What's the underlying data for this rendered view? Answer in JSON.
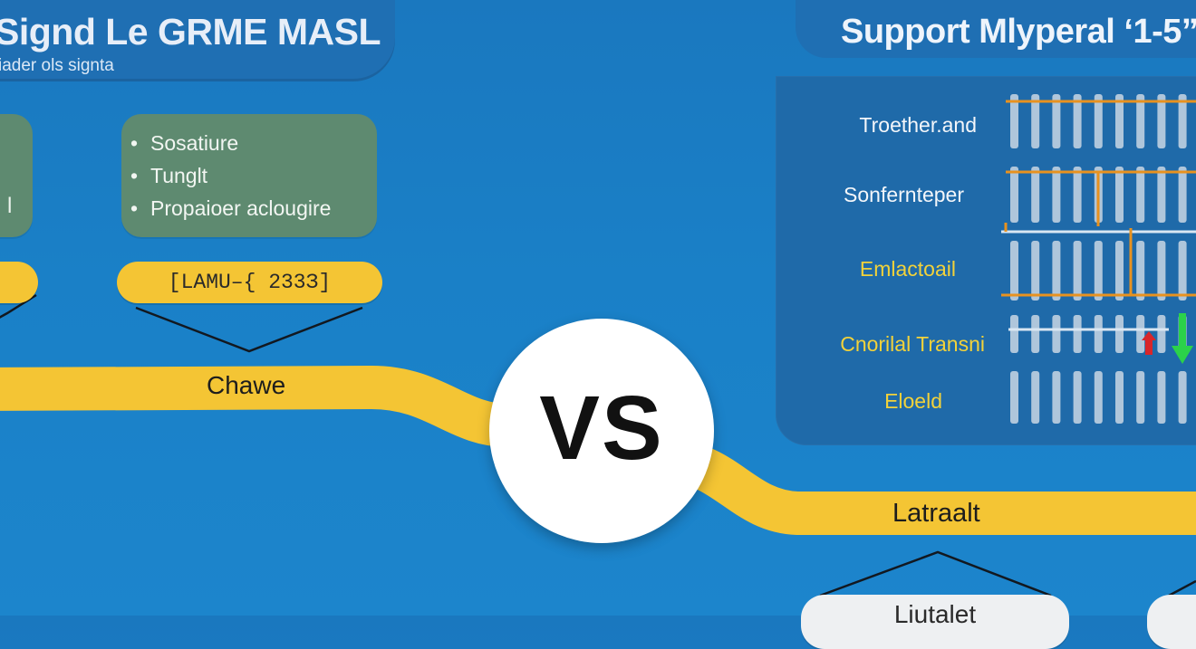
{
  "header": {
    "title": "Signd Le GRME MASL",
    "subtitle": "iader ols signta",
    "right_title": "Support Mlуperal ‘1-5”"
  },
  "left_group": {
    "partial_label": "l",
    "bullets": [
      "Sosatiure",
      "Tunglt",
      "Propaioer aclougire"
    ],
    "tag_label": "[LAMU–{ 233З]"
  },
  "connectors": {
    "top_label": "Chawe",
    "bottom_label": "Latraalt"
  },
  "vs_label": "VS",
  "feature_panel": {
    "rows": [
      {
        "label": "Troether.and",
        "color": "#f3f6fa"
      },
      {
        "label": "Sonfernteper",
        "color": "#f3f6fa"
      },
      {
        "label": "Emlactoail",
        "color": "#f2d23a"
      },
      {
        "label": "Cnorilal Transni",
        "color": "#f2d23a"
      },
      {
        "label": "Eloeld",
        "color": "#f2d23a"
      }
    ]
  },
  "bottom_nodes": {
    "first_label": "Liutalet"
  },
  "colors": {
    "background": "#1a7cc4",
    "ribbon": "#f4c534",
    "card": "#5e8a70",
    "panel": "#1f6aa9",
    "arrow_green": "#2bd24a",
    "arrow_red": "#d8262a"
  }
}
